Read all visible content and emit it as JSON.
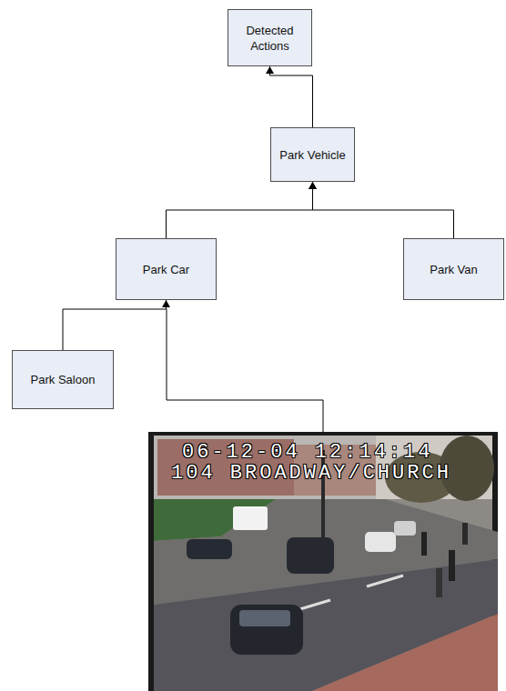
{
  "diagram": {
    "nodes": [
      {
        "text": [
          "Detected Actions"
        ]
      },
      {
        "text": [
          "Park Vehicle"
        ]
      },
      {
        "text": [
          "Park Car"
        ]
      },
      {
        "text": [
          "Park Van"
        ]
      },
      {
        "text": [
          "Park Saloon"
        ]
      }
    ],
    "edges": [
      {
        "from": 1,
        "to": 0,
        "arrow": "to"
      },
      {
        "from": 2,
        "to": 1,
        "arrow": "to"
      },
      {
        "from": 3,
        "to": 1,
        "arrow": "to"
      },
      {
        "from": 4,
        "to": 2,
        "arrow": "to"
      }
    ],
    "labels": [
      "06-12-04 12:14:14",
      "104 BROADWAY/CHURCH"
    ]
  }
}
